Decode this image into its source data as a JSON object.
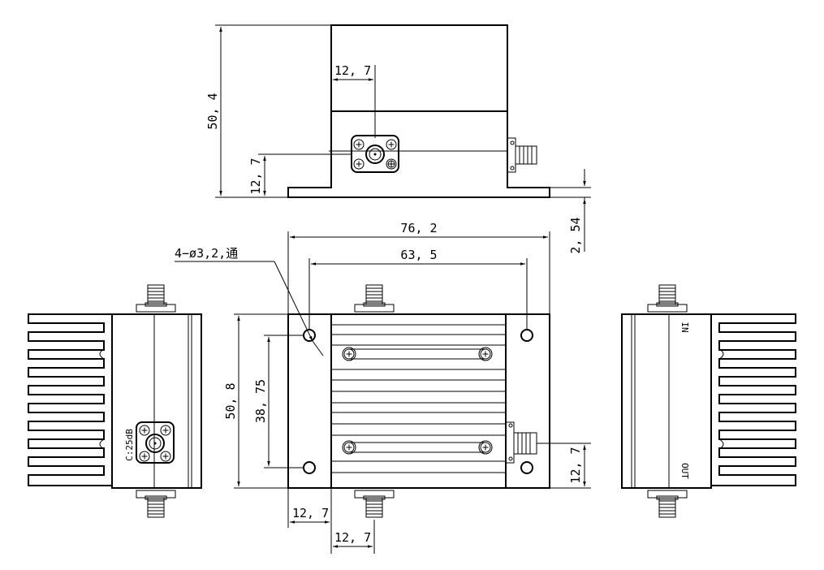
{
  "dimensions": {
    "top_height": "50, 4",
    "top_offset_x": "12, 7",
    "top_offset_y": "12, 7",
    "flange": "2, 54",
    "width_total": "76, 2",
    "hole_spacing": "63, 5",
    "holes_note": "4−ø3,2,通",
    "height_total": "50, 8",
    "hole_pitch_y": "38, 75",
    "bottom_offset_a": "12, 7",
    "bottom_offset_b": "12, 7",
    "right_offset_y": "12, 7"
  },
  "labels": {
    "coupling": "C:25dB",
    "in": "IN",
    "out": "OUT"
  }
}
